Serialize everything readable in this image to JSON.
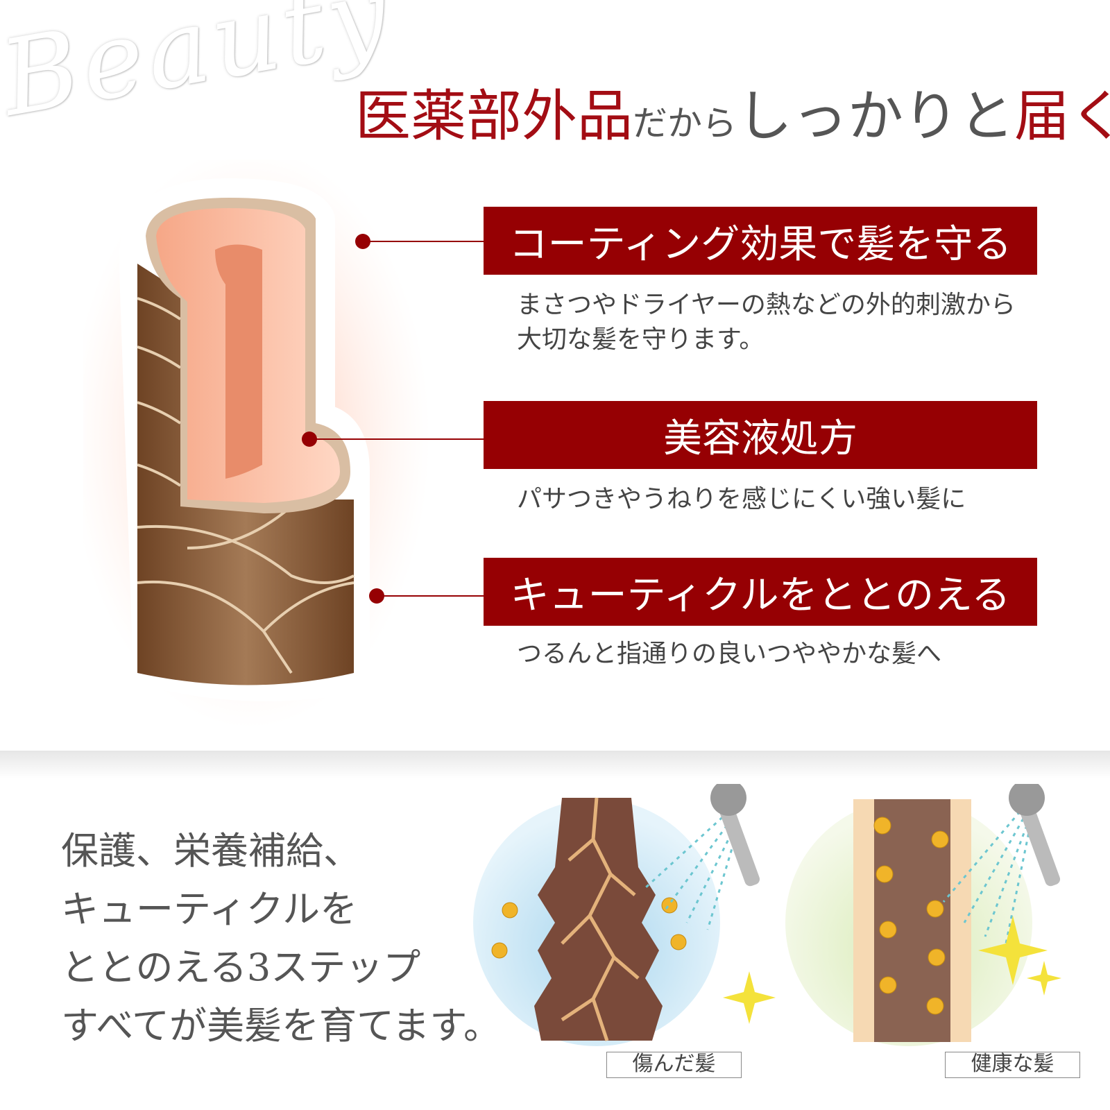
{
  "watermark": "Beauty",
  "title": {
    "part1": "医薬部外品",
    "part2": "だから",
    "part3": "しっかりと",
    "part4": "届く"
  },
  "features": [
    {
      "heading": "コーティング効果で髪を守る",
      "desc_lines": [
        "まさつやドライヤーの熱などの外的刺激から",
        "大切な髪を守ります。"
      ]
    },
    {
      "heading": "美容液処方",
      "desc_lines": [
        "パサつきやうねりを感じにくい強い髪に"
      ]
    },
    {
      "heading": "キューティクルをととのえる",
      "desc_lines": [
        "つるんと指通りの良いつややかな髪へ"
      ]
    }
  ],
  "bottom_lines": [
    "保護、栄養補給、",
    "キューティクルを",
    "ととのえる3ステップ",
    "すべてが美髪を育てます。"
  ],
  "comparison": {
    "damaged_label": "傷んだ髪",
    "healthy_label": "健康な髪"
  },
  "colors": {
    "accent": "#960003",
    "title_red": "#a30d14"
  }
}
